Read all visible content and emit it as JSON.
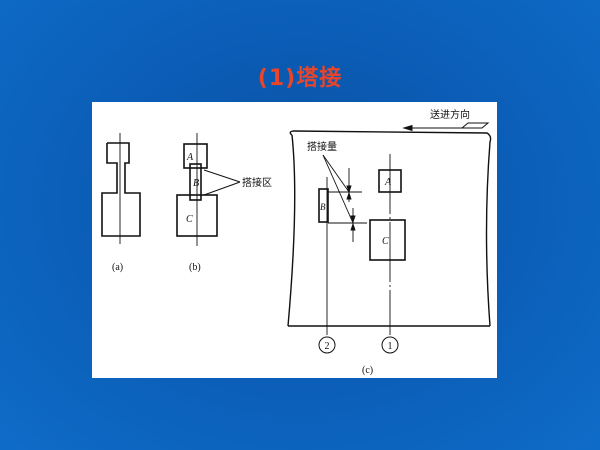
{
  "slide": {
    "title": "(1)塔接",
    "title_color": "#e8452a",
    "background_color": "#0b5cb5"
  },
  "figure": {
    "panel_a": {
      "caption": "(a)"
    },
    "panel_b": {
      "caption": "(b)",
      "labels": {
        "A": "A",
        "B": "B",
        "C": "C"
      },
      "callout": "搭接区"
    },
    "panel_c": {
      "caption": "(c)",
      "labels": {
        "A": "A",
        "B": "B",
        "C": "C"
      },
      "feed_direction": "送进方向",
      "overlap_amount": "搭接量",
      "station_1": "1",
      "station_2": "2"
    }
  }
}
